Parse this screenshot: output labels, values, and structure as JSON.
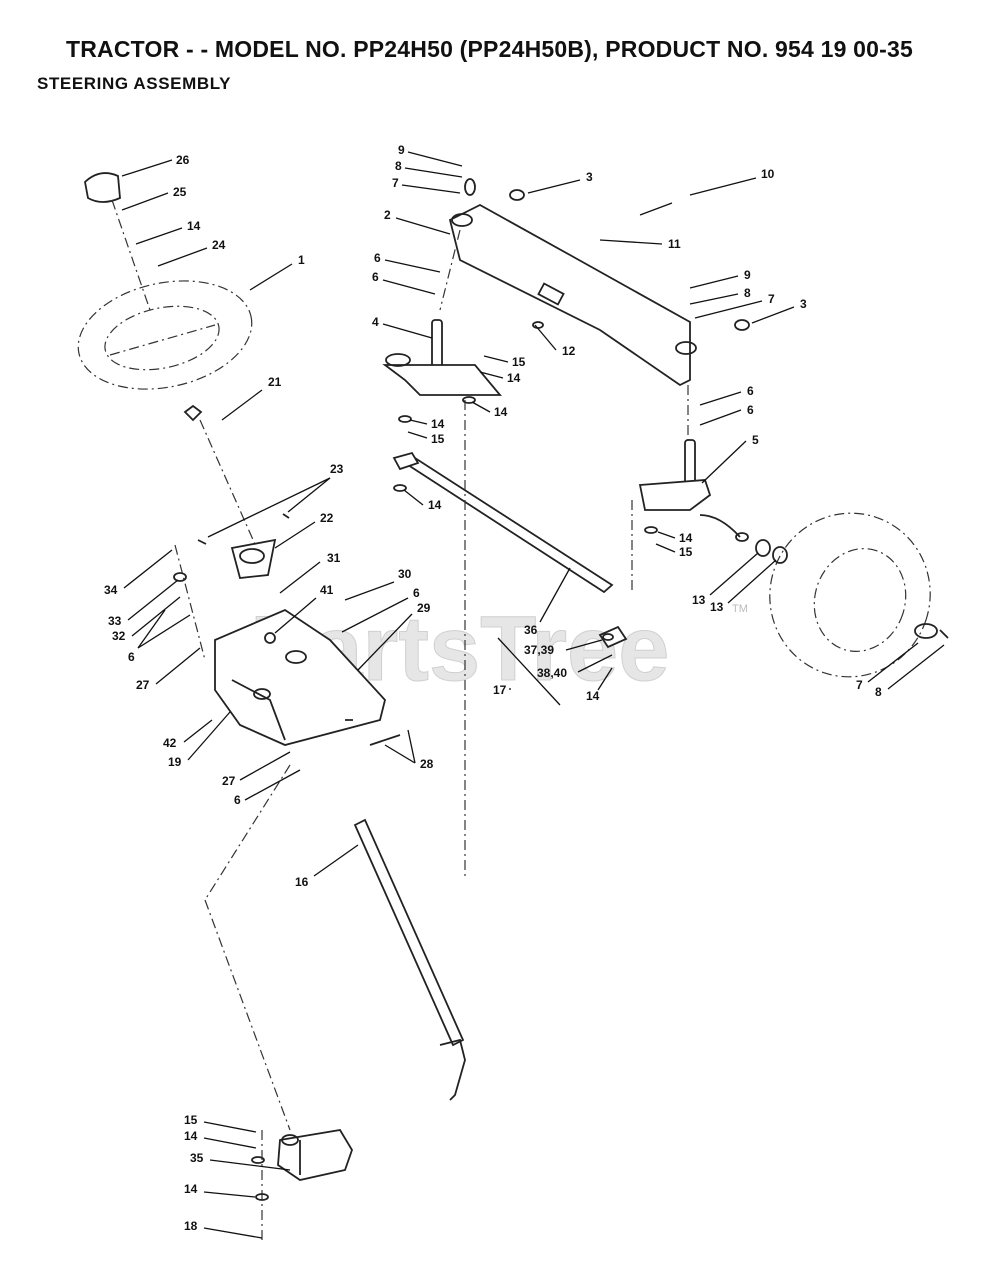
{
  "header": {
    "title": "TRACTOR - - MODEL NO. PP24H50 (PP24H50B), PRODUCT NO. 954 19 00-35",
    "subtitle": "STEERING ASSEMBLY"
  },
  "watermark": {
    "text": "PartsTree",
    "mark": "TM"
  },
  "callouts": {
    "c26": "26",
    "c25": "25",
    "c14a": "14",
    "c24": "24",
    "c1": "1",
    "c21": "21",
    "c23": "23",
    "c22": "22",
    "c31": "31",
    "c34": "34",
    "c33": "33",
    "c32": "32",
    "c6a": "6",
    "c27a": "27",
    "c41": "41",
    "c30": "30",
    "c6b": "6",
    "c29": "29",
    "c42": "42",
    "c19": "19",
    "c28": "28",
    "c27b": "27",
    "c6c": "6",
    "c16": "16",
    "c15a": "15",
    "c14b": "14",
    "c35": "35",
    "c14c": "14",
    "c18": "18",
    "c9a": "9",
    "c8a": "8",
    "c7a": "7",
    "c3a": "3",
    "c2": "2",
    "c10": "10",
    "c11": "11",
    "c6d": "6",
    "c6e": "6",
    "c4": "4",
    "c12": "12",
    "c15b": "15",
    "c14d": "14",
    "c14e": "14",
    "c14f": "14",
    "c15c": "15",
    "c14g": "14",
    "c9b": "9",
    "c8b": "8",
    "c7b": "7",
    "c3b": "3",
    "c6f": "6",
    "c6g": "6",
    "c5": "5",
    "c14h": "14",
    "c15d": "15",
    "c36": "36",
    "c13a": "13",
    "c13b": "13",
    "c3739": "37,39",
    "c3840": "38,40",
    "c17": "17",
    "c14i": "14",
    "c7c": "7",
    "c8c": "8"
  }
}
